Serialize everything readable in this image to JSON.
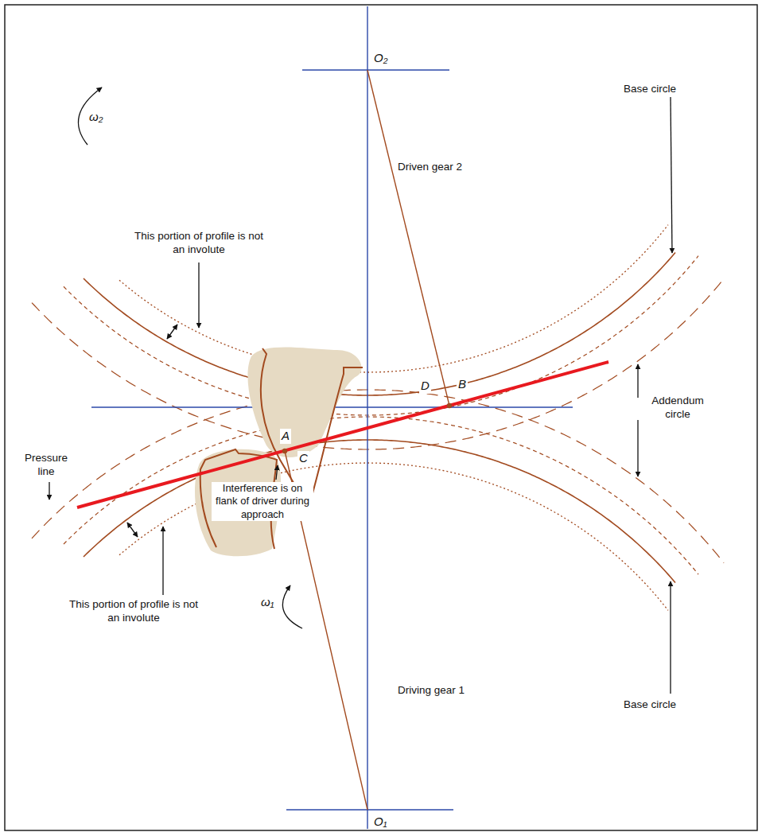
{
  "diagram": {
    "labels": [
      "O₂",
      "ω₂",
      "Driven gear 2",
      "Base circle",
      "This portion of profile is not an involute",
      "Addendum circle",
      "Pressure line",
      "B",
      "D",
      "A",
      "C",
      "Interference is on flank of driver during approach",
      "This portion of profile is not an involute",
      "Base circle",
      "Driving gear 1",
      "ω₁",
      "O₁"
    ]
  }
}
